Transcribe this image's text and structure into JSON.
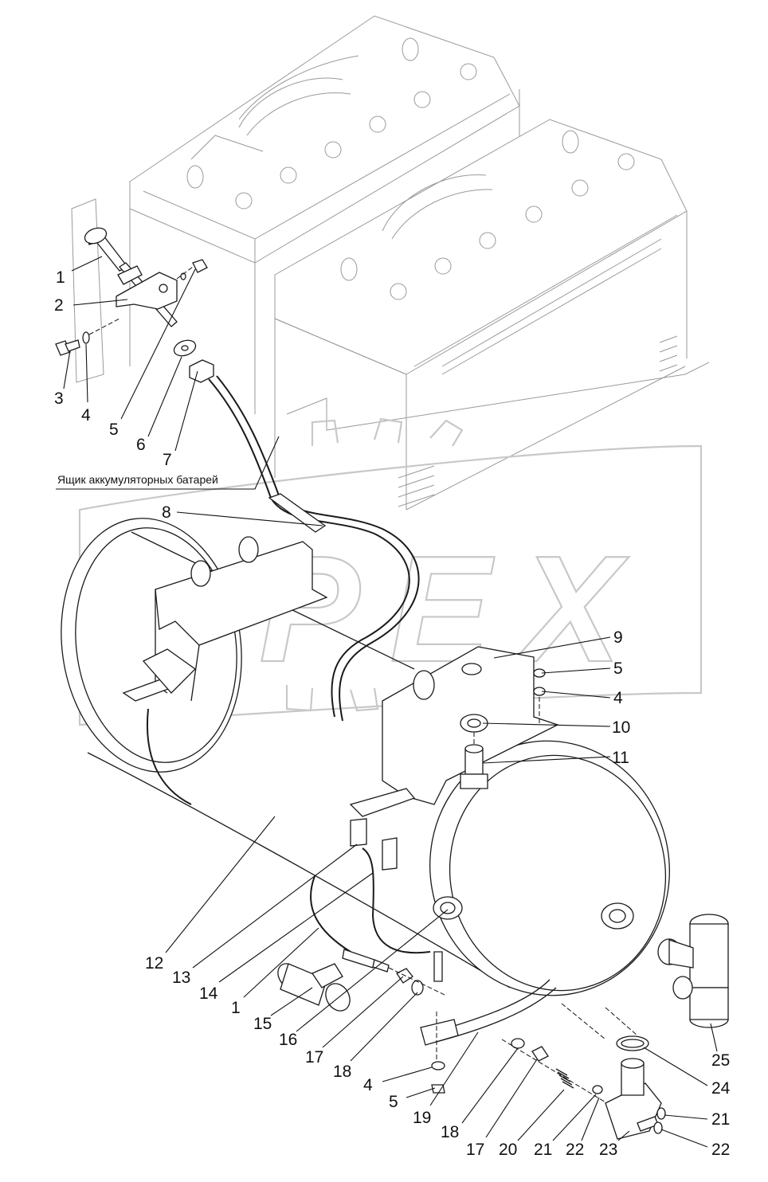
{
  "callouts": [
    {
      "label": "1",
      "part": "left-1"
    },
    {
      "label": "2",
      "part": "left-2"
    },
    {
      "label": "3",
      "part": "left-3"
    },
    {
      "label": "4",
      "part": "left-4"
    },
    {
      "label": "5",
      "part": "left-5"
    },
    {
      "label": "6",
      "part": "left-6"
    },
    {
      "label": "7",
      "part": "left-7"
    },
    {
      "label": "8",
      "part": "hose"
    },
    {
      "label": "9",
      "part": "bracket"
    },
    {
      "label": "5",
      "part": "right-5"
    },
    {
      "label": "4",
      "part": "right-4"
    },
    {
      "label": "10",
      "part": "washer"
    },
    {
      "label": "11",
      "part": "fitting"
    },
    {
      "label": "12",
      "part": "receiver"
    },
    {
      "label": "13",
      "part": "clamp"
    },
    {
      "label": "14",
      "part": "pipe"
    },
    {
      "label": "1",
      "part": "bottom-1"
    },
    {
      "label": "15",
      "part": "tee"
    },
    {
      "label": "16",
      "part": "bottom-16"
    },
    {
      "label": "17",
      "part": "bottom-17"
    },
    {
      "label": "18",
      "part": "bottom-18"
    },
    {
      "label": "4",
      "part": "bottom-4"
    },
    {
      "label": "5",
      "part": "bottom-5"
    },
    {
      "label": "19",
      "part": "strap"
    },
    {
      "label": "18",
      "part": "bottom-18b"
    },
    {
      "label": "17",
      "part": "bottom-17b"
    },
    {
      "label": "20",
      "part": "spring"
    },
    {
      "label": "21",
      "part": "bottom-21"
    },
    {
      "label": "22",
      "part": "bottom-22"
    },
    {
      "label": "23",
      "part": "drain-valve"
    },
    {
      "label": "21",
      "part": "right-21"
    },
    {
      "label": "22",
      "part": "right-22"
    },
    {
      "label": "25",
      "part": "tee-right"
    },
    {
      "label": "24",
      "part": "ring"
    }
  ],
  "caption": "Ящик аккумуляторных батарей",
  "watermark": "OPEX",
  "colors": {
    "line": "#1a1a1a",
    "ghost": "#9a9a9a",
    "watermark": "#c8c8c8"
  }
}
